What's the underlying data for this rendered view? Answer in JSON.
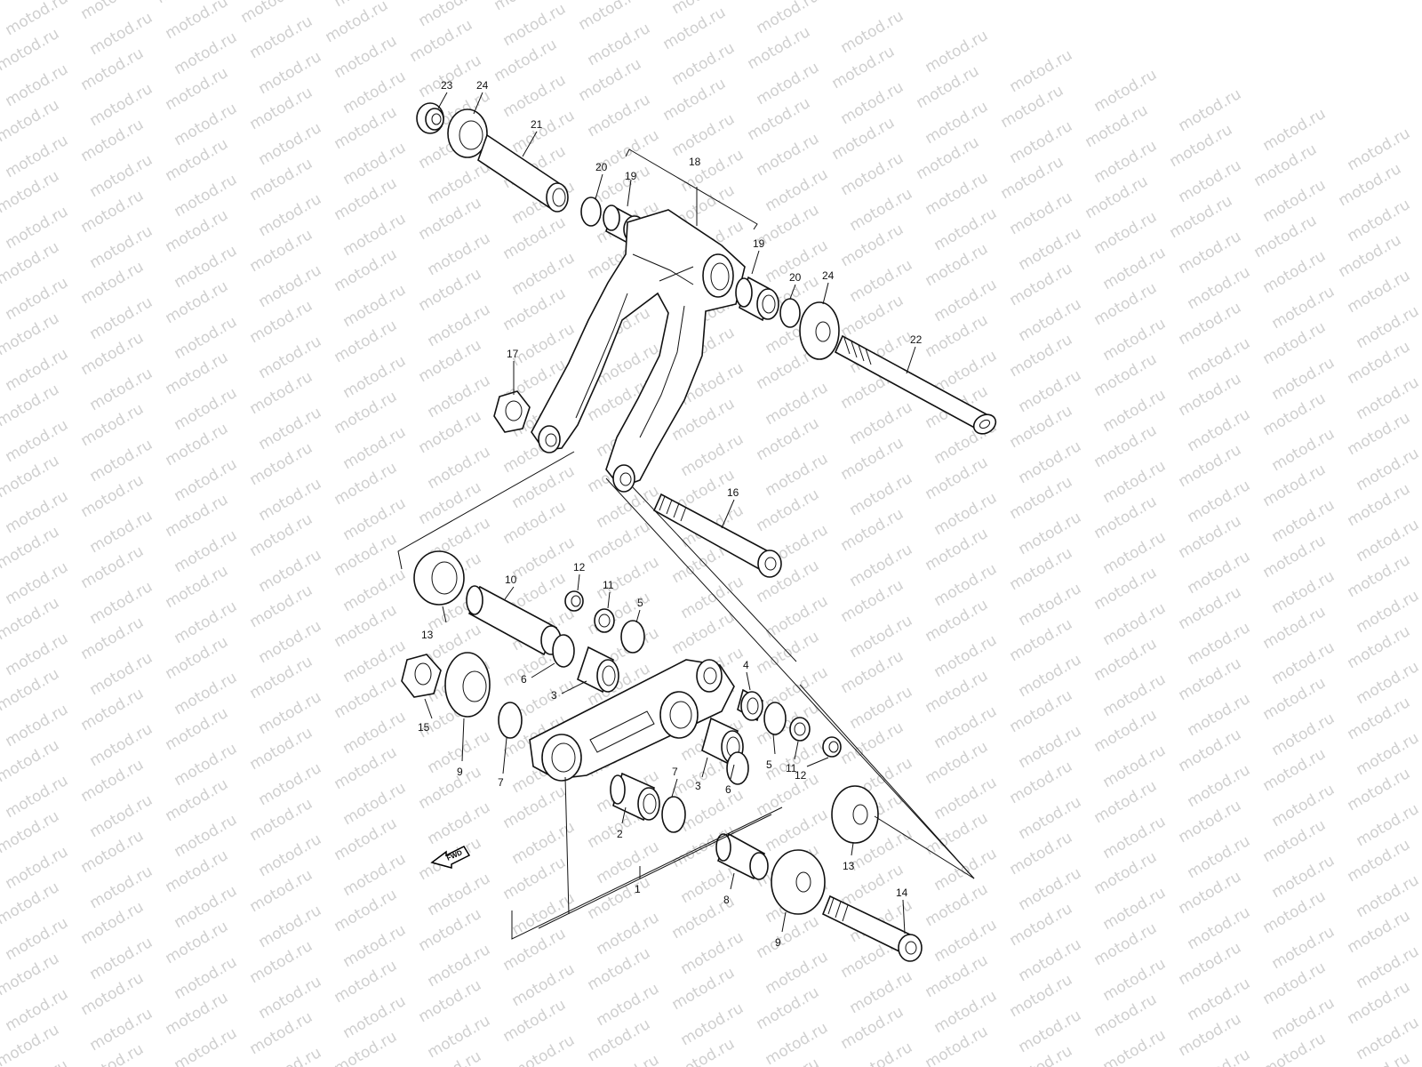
{
  "watermark": "motod.ru",
  "fwd_label": "FWD",
  "callouts": [
    {
      "id": "c23",
      "text": "23"
    },
    {
      "id": "c24a",
      "text": "24"
    },
    {
      "id": "c21",
      "text": "21"
    },
    {
      "id": "c20a",
      "text": "20"
    },
    {
      "id": "c19a",
      "text": "19"
    },
    {
      "id": "c18",
      "text": "18"
    },
    {
      "id": "c19b",
      "text": "19"
    },
    {
      "id": "c20b",
      "text": "20"
    },
    {
      "id": "c24b",
      "text": "24"
    },
    {
      "id": "c22",
      "text": "22"
    },
    {
      "id": "c17",
      "text": "17"
    },
    {
      "id": "c16",
      "text": "16"
    },
    {
      "id": "c12a",
      "text": "12"
    },
    {
      "id": "c11a",
      "text": "11"
    },
    {
      "id": "c10",
      "text": "10"
    },
    {
      "id": "c5a",
      "text": "5"
    },
    {
      "id": "c13a",
      "text": "13"
    },
    {
      "id": "c6a",
      "text": "6"
    },
    {
      "id": "c3a",
      "text": "3"
    },
    {
      "id": "c4",
      "text": "4"
    },
    {
      "id": "c15",
      "text": "15"
    },
    {
      "id": "c9a",
      "text": "9"
    },
    {
      "id": "c7a",
      "text": "7"
    },
    {
      "id": "c11b",
      "text": "11"
    },
    {
      "id": "c5b",
      "text": "5"
    },
    {
      "id": "c12b",
      "text": "12"
    },
    {
      "id": "c3b",
      "text": "3"
    },
    {
      "id": "c6b",
      "text": "6"
    },
    {
      "id": "c7b",
      "text": "7"
    },
    {
      "id": "c2",
      "text": "2"
    },
    {
      "id": "c13b",
      "text": "13"
    },
    {
      "id": "c8",
      "text": "8"
    },
    {
      "id": "c1",
      "text": "1"
    },
    {
      "id": "c14",
      "text": "14"
    },
    {
      "id": "c9b",
      "text": "9"
    }
  ]
}
